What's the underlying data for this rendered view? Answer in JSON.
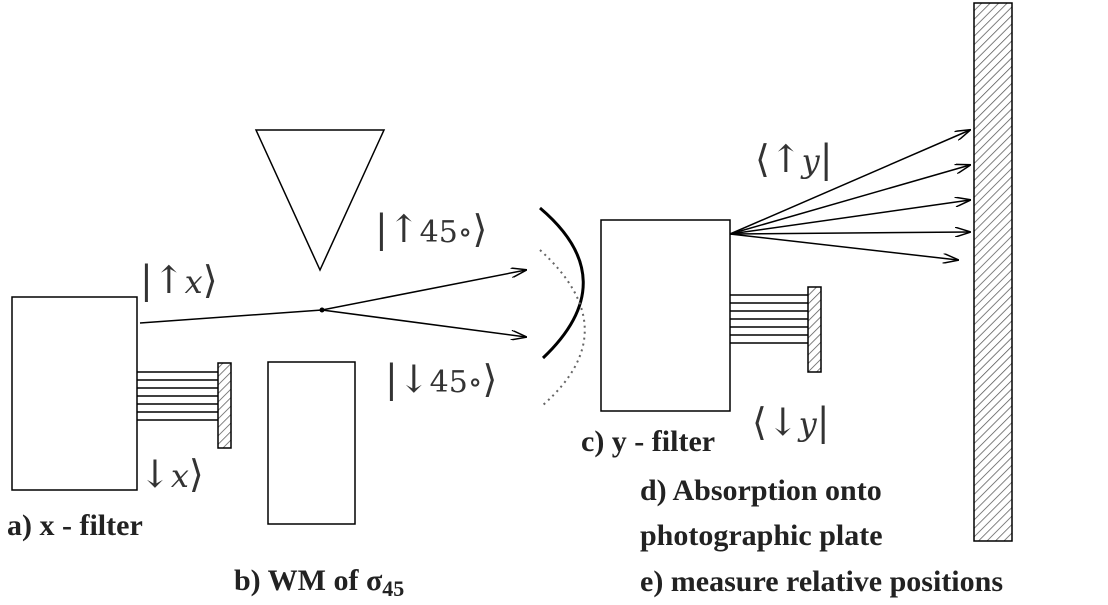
{
  "labels": {
    "ket_up_x": "|↑x⟩",
    "ket_down_x": "|↓x⟩",
    "ket_up_45": "|↑45∘⟩",
    "ket_down_45": "|↓45∘⟩",
    "bra_up_y": "⟨↑y|",
    "bra_down_y": "⟨↓y|"
  },
  "ket_parts": {
    "up_x": {
      "open": "|",
      "arrow": "↑",
      "sub": "x",
      "close": "⟩"
    },
    "down_x": {
      "arrow": "↓",
      "sub": "x",
      "close": "⟩"
    },
    "up_45": {
      "open": "|",
      "arrow": "↑",
      "sub": "45∘",
      "close": "⟩"
    },
    "down_45": {
      "open": "|",
      "arrow": "↓",
      "sub": "45∘",
      "close": "⟩"
    },
    "up_y": {
      "open": "⟨",
      "arrow": "↑",
      "sub": "y",
      "close": "|"
    },
    "down_y": {
      "open": "⟨",
      "arrow": "↓",
      "sub": "y",
      "close": "|"
    }
  },
  "captions": {
    "a": "a) x - filter",
    "b_prefix": "b) WM of σ",
    "b_subscript": "45",
    "c": "c) y - filter",
    "d_line1": "d) Absorption onto",
    "d_line2": "photographic plate",
    "e": "e) measure relative positions"
  },
  "colors": {
    "line": "#000000",
    "text": "#333333",
    "hatch": "#555555"
  }
}
